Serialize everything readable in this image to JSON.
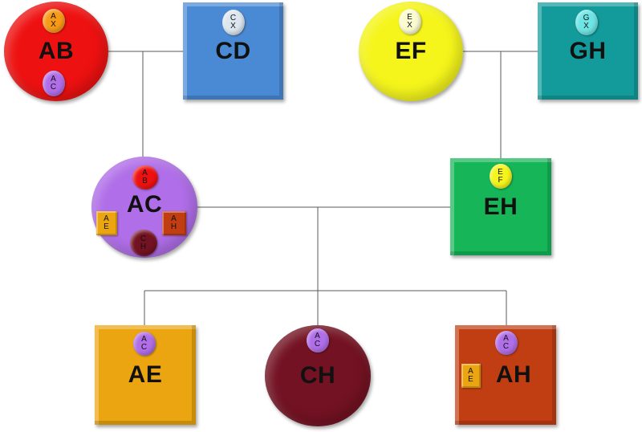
{
  "nodes": {
    "ab": {
      "label": "AB",
      "color": "#ee1111"
    },
    "cd": {
      "label": "CD",
      "color": "#4a8ad4"
    },
    "ef": {
      "label": "EF",
      "color": "#f5f51c"
    },
    "gh": {
      "label": "GH",
      "color": "#139a9a"
    },
    "ac": {
      "label": "AC",
      "color": "#b06ee8"
    },
    "eh": {
      "label": "EH",
      "color": "#15b558"
    },
    "ae": {
      "label": "AE",
      "color": "#eba510"
    },
    "ch": {
      "label": "CH",
      "color": "#731222"
    },
    "ah": {
      "label": "AH",
      "color": "#c13e13"
    }
  },
  "badges": {
    "ab_ax": {
      "top": "A",
      "bottom": "X",
      "color": "#f79a18"
    },
    "ab_ac": {
      "top": "A",
      "bottom": "C",
      "color": "#b06ee8"
    },
    "cd_cx": {
      "top": "C",
      "bottom": "X",
      "color": "#dce6ef"
    },
    "ef_ex": {
      "top": "E",
      "bottom": "X",
      "color": "#fbfbd0"
    },
    "gh_gx": {
      "top": "G",
      "bottom": "X",
      "color": "#6fe4e4"
    },
    "ac_ab": {
      "top": "A",
      "bottom": "B",
      "color": "#ee1111"
    },
    "ac_ae": {
      "top": "A",
      "bottom": "E",
      "color": "#eba510"
    },
    "ac_ah": {
      "top": "A",
      "bottom": "H",
      "color": "#c13e13"
    },
    "ac_ch": {
      "top": "C",
      "bottom": "H",
      "color": "#731222"
    },
    "eh_ef": {
      "top": "E",
      "bottom": "F",
      "color": "#f5f51c"
    },
    "ae_ac": {
      "top": "A",
      "bottom": "C",
      "color": "#b06ee8"
    },
    "ch_ac": {
      "top": "A",
      "bottom": "C",
      "color": "#b06ee8"
    },
    "ah_ac": {
      "top": "A",
      "bottom": "C",
      "color": "#b06ee8"
    },
    "ah_ae": {
      "top": "A",
      "bottom": "E",
      "color": "#eba510"
    }
  }
}
